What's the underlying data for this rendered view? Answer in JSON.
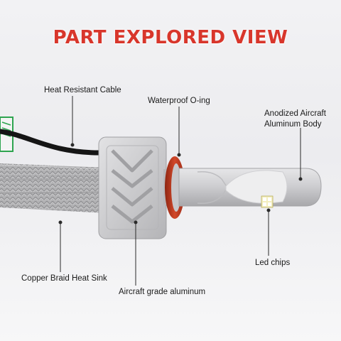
{
  "title": "PART EXPLORED VIEW",
  "labels": {
    "cable": "Heat Resistant Cable",
    "oring": "Waterproof O-ing",
    "body_line1": "Anodized Aircraft",
    "body_line2": "Aluminum Body",
    "braid": "Copper Braid Heat Sink",
    "aluminum": "Aircraft grade aluminum",
    "led": "Led chips"
  },
  "colors": {
    "title": "#d8362b",
    "oring": "#c23a1e",
    "aluminum": "#c9c9cc",
    "braid": "#a9a9ab",
    "cable": "#151515",
    "tag": "#2ea44f"
  }
}
